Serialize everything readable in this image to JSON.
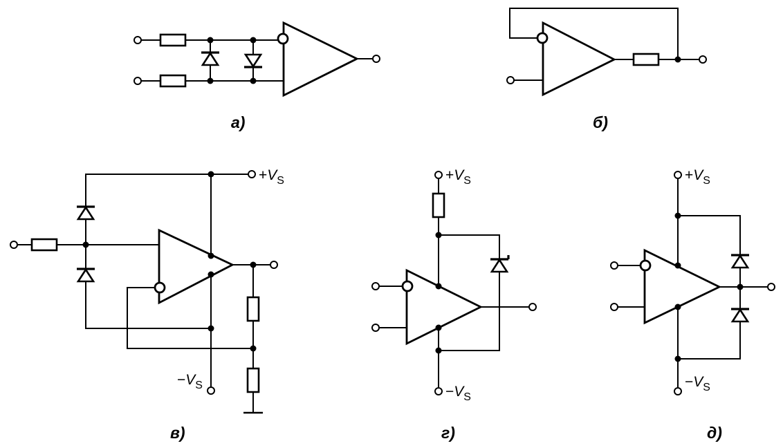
{
  "panels": {
    "a": {
      "caption": "а)"
    },
    "b": {
      "caption": "б)"
    },
    "v": {
      "caption": "в)",
      "pos_supply": {
        "sign": "+",
        "v": "V",
        "sub": "S"
      },
      "neg_supply": {
        "sign": "−",
        "v": "V",
        "sub": "S"
      }
    },
    "g": {
      "caption": "г)",
      "pos_supply": {
        "sign": "+",
        "v": "V",
        "sub": "S"
      },
      "neg_supply": {
        "sign": "−",
        "v": "V",
        "sub": "S"
      }
    },
    "d": {
      "caption": "д)",
      "pos_supply": {
        "sign": "+",
        "v": "V",
        "sub": "S"
      },
      "neg_supply": {
        "sign": "−",
        "v": "V",
        "sub": "S"
      }
    }
  }
}
